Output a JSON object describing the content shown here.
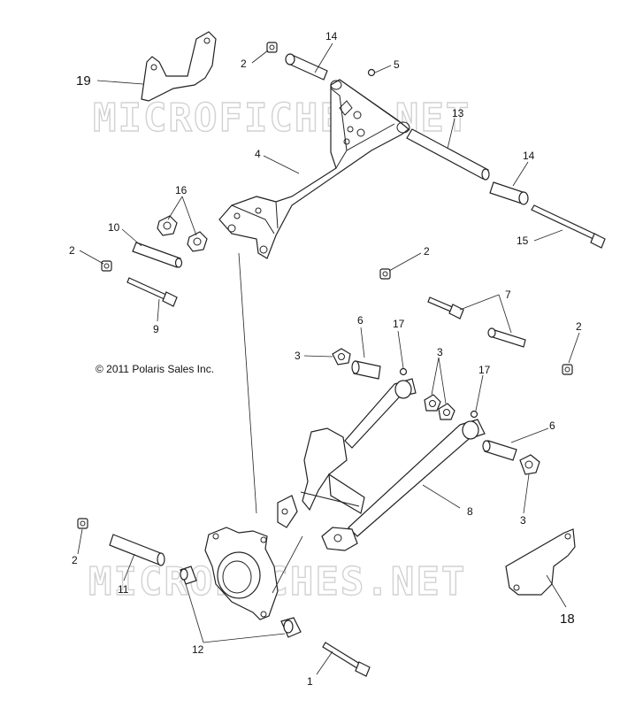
{
  "copyright": "© 2011 Polaris Sales Inc.",
  "watermark": "MICROFICHES.NET",
  "callouts": {
    "c1": "1",
    "c2a": "2",
    "c2b": "2",
    "c2c": "2",
    "c2d": "2",
    "c2e": "2",
    "c3a": "3",
    "c3b": "3",
    "c3c": "3",
    "c4": "4",
    "c5": "5",
    "c6a": "6",
    "c6b": "6",
    "c7": "7",
    "c8": "8",
    "c9": "9",
    "c10": "10",
    "c11": "11",
    "c12": "12",
    "c13": "13",
    "c14a": "14",
    "c14b": "14",
    "c15": "15",
    "c16": "16",
    "c17a": "17",
    "c17b": "17",
    "c18": "18",
    "c19": "19"
  }
}
